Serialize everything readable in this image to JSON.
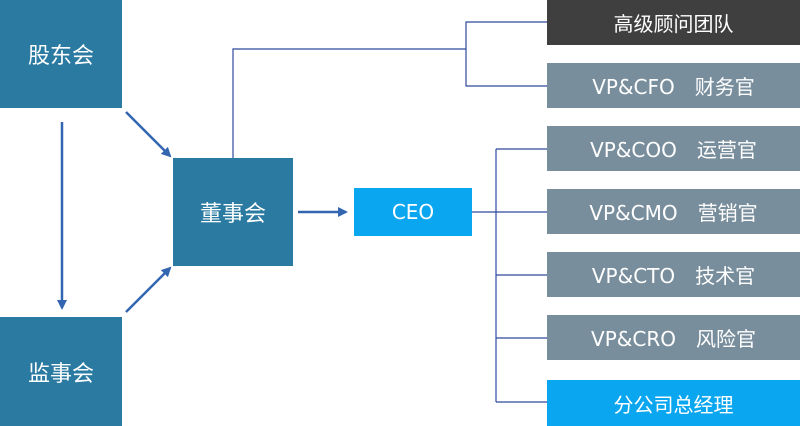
{
  "left": {
    "shareholders": "股东会",
    "supervisors": "监事会"
  },
  "board": "董事会",
  "ceo": "CEO",
  "right": {
    "advisors": "高级顾问团队",
    "cfo": "VP&CFO　财务官",
    "coo": "VP&COO　运营官",
    "cmo": "VP&CMO　营销官",
    "cto": "VP&CTO　技术官",
    "cro": "VP&CRO　风险官",
    "branch": "分公司总经理"
  },
  "colors": {
    "dark_blue": "#2a7aa2",
    "bright_blue": "#0aa6f0",
    "grey": "#798e9c",
    "black": "#3f3f3f",
    "line": "#2f4a9c"
  }
}
